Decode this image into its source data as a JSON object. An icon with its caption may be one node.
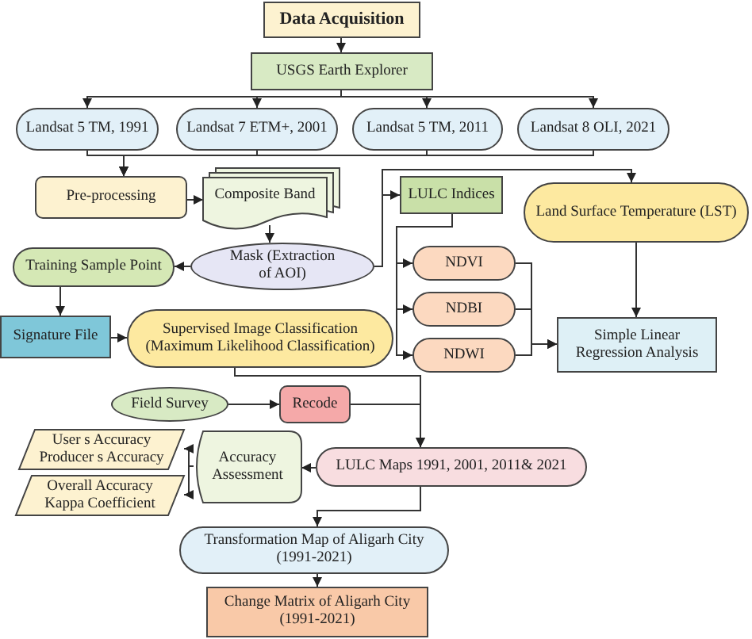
{
  "diagram": {
    "nodes": [
      {
        "text": [
          "Data Acquisition"
        ]
      },
      {
        "text": [
          "USGS Earth Explorer"
        ]
      },
      {
        "text": [
          "Landsat 5 TM, 1991"
        ]
      },
      {
        "text": [
          "Landsat 7 ETM+, 2001"
        ]
      },
      {
        "text": [
          "Landsat 5 TM, 2011"
        ]
      },
      {
        "text": [
          "Landsat 8 OLI, 2021"
        ]
      },
      {
        "text": [
          "Pre-processing"
        ]
      },
      {
        "text": [
          "Composite Band"
        ]
      },
      {
        "text": [
          "LULC Indices"
        ]
      },
      {
        "text": [
          "Land Surface Temperature (LST)"
        ]
      },
      {
        "text": [
          "Training Sample Point"
        ]
      },
      {
        "text": [
          "Mask (Extraction of AOI)"
        ]
      },
      {
        "text": [
          "NDVI"
        ]
      },
      {
        "text": [
          "Signature File"
        ]
      },
      {
        "text": [
          "Supervised Image Classification (Maximum Likelihood Classification)"
        ]
      },
      {
        "text": [
          "NDBI"
        ]
      },
      {
        "text": [
          "NDWI"
        ]
      },
      {
        "text": [
          "Simple Linear Regression Analysis"
        ]
      },
      {
        "text": [
          "Field Survey"
        ]
      },
      {
        "text": [
          "Recode"
        ]
      },
      {
        "text": [
          "User s Accuracy Producer s Accuracy"
        ]
      },
      {
        "text": [
          "Accuracy Assessment"
        ]
      },
      {
        "text": [
          "LULC Maps 1991, 2001, 2011& 2021"
        ]
      },
      {
        "text": [
          "Overall Accuracy Kappa Coefficient"
        ]
      },
      {
        "text": [
          "Transformation Map of Aligarh City (1991-2021)"
        ]
      },
      {
        "text": [
          "Change Matrix of Aligarh City (1991-2021)"
        ]
      }
    ],
    "edges": [
      {
        "from": 0,
        "to": 1,
        "arrow": "to"
      },
      {
        "from": 1,
        "to": 2,
        "arrow": "to"
      },
      {
        "from": 1,
        "to": 3,
        "arrow": "to"
      },
      {
        "from": 1,
        "to": 4,
        "arrow": "to"
      },
      {
        "from": 1,
        "to": 5,
        "arrow": "to"
      },
      {
        "from": 2,
        "to": 6,
        "arrow": "to"
      },
      {
        "from": 3,
        "to": 6,
        "arrow": "to"
      },
      {
        "from": 4,
        "to": 6,
        "arrow": "to"
      },
      {
        "from": 5,
        "to": 6,
        "arrow": "to"
      },
      {
        "from": 6,
        "to": 7,
        "arrow": "to"
      },
      {
        "from": 7,
        "to": 11,
        "arrow": "to"
      },
      {
        "from": 11,
        "to": 10,
        "arrow": "to"
      },
      {
        "from": 11,
        "to": 8,
        "arrow": "to"
      },
      {
        "from": 11,
        "to": 9,
        "arrow": "to"
      },
      {
        "from": 8,
        "to": 12,
        "arrow": "to"
      },
      {
        "from": 8,
        "to": 15,
        "arrow": "to"
      },
      {
        "from": 8,
        "to": 16,
        "arrow": "to"
      },
      {
        "from": 12,
        "to": 17,
        "arrow": "to"
      },
      {
        "from": 15,
        "to": 17,
        "arrow": "to"
      },
      {
        "from": 16,
        "to": 17,
        "arrow": "to"
      },
      {
        "from": 9,
        "to": 17,
        "arrow": "to"
      },
      {
        "from": 10,
        "to": 13,
        "arrow": "to"
      },
      {
        "from": 13,
        "to": 14,
        "arrow": "to"
      },
      {
        "from": 18,
        "to": 19,
        "arrow": "to"
      },
      {
        "from": 14,
        "to": 22,
        "arrow": "to"
      },
      {
        "from": 19,
        "to": 22,
        "arrow": "to"
      },
      {
        "from": 22,
        "to": 21,
        "arrow": "to"
      },
      {
        "from": 21,
        "to": 20,
        "arrow": "to"
      },
      {
        "from": 21,
        "to": 23,
        "arrow": "to"
      },
      {
        "from": 22,
        "to": 24,
        "arrow": "to"
      },
      {
        "from": 24,
        "to": 25,
        "arrow": "to"
      }
    ]
  }
}
